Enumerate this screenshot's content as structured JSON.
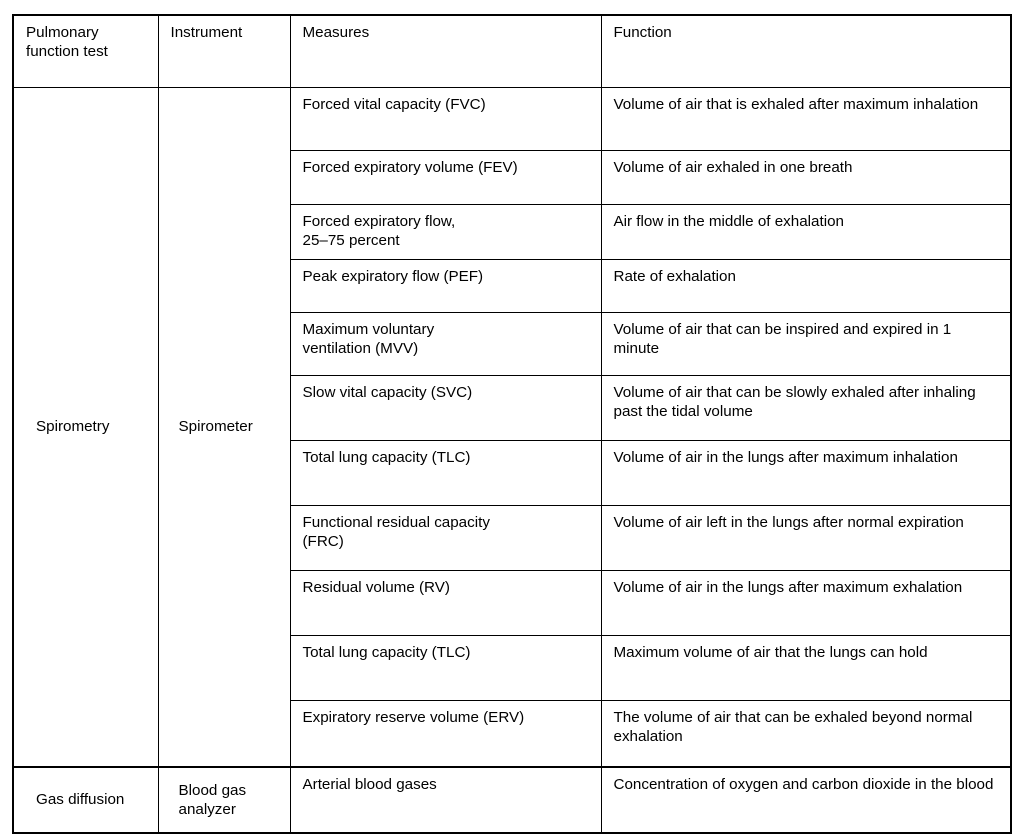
{
  "table": {
    "headers": [
      "Pulmonary\nfunction test",
      "Instrument",
      "Measures",
      "Function"
    ],
    "header_lines": {
      "test_line1": "Pulmonary",
      "test_line2": "function test",
      "instrument": "Instrument",
      "measures": "Measures",
      "function": "Function"
    },
    "groups": [
      {
        "test": "Spirometry",
        "instrument": "Spirometer",
        "rows": [
          {
            "measure": "Forced vital capacity (FVC)",
            "function": "Volume of air that is exhaled after maximum inhalation"
          },
          {
            "measure": "Forced expiratory volume (FEV)",
            "function": "Volume of air exhaled in one breath"
          },
          {
            "measure": "Forced expiratory flow, 25–75 percent",
            "measure_line1": "Forced expiratory flow,",
            "measure_line2": "25–75 percent",
            "function": "Air flow in the middle of exhalation"
          },
          {
            "measure": "Peak expiratory flow (PEF)",
            "function": "Rate of exhalation"
          },
          {
            "measure": "Maximum voluntary ventilation (MVV)",
            "measure_line1": "Maximum voluntary",
            "measure_line2": "ventilation (MVV)",
            "function": "Volume of air that can be inspired and expired in 1 minute"
          },
          {
            "measure": "Slow vital capacity (SVC)",
            "function": "Volume of air that can be slowly exhaled after inhaling past the tidal volume"
          },
          {
            "measure": "Total lung capacity (TLC)",
            "function": "Volume of air in the lungs after maximum inhalation"
          },
          {
            "measure": "Functional residual capacity (FRC)",
            "measure_line1": "Functional residual capacity",
            "measure_line2": "(FRC)",
            "function": "Volume of air left in the lungs after normal expiration"
          },
          {
            "measure": "Residual volume (RV)",
            "function": "Volume of air in the lungs after maximum exhalation"
          },
          {
            "measure": "Total lung capacity (TLC)",
            "function": "Maximum volume of air that the lungs can hold"
          },
          {
            "measure": "Expiratory reserve volume (ERV)",
            "function": "The volume of air that can be exhaled beyond normal exhalation"
          }
        ]
      },
      {
        "test": "Gas diffusion",
        "instrument": "Blood gas analyzer",
        "instrument_line1": "Blood gas",
        "instrument_line2": "analyzer",
        "rows": [
          {
            "measure": "Arterial blood gases",
            "function": "Concentration of oxygen and carbon dioxide in the blood"
          }
        ]
      }
    ]
  },
  "style": {
    "border_color": "#000000",
    "text_color": "#000000",
    "background": "#ffffff"
  }
}
